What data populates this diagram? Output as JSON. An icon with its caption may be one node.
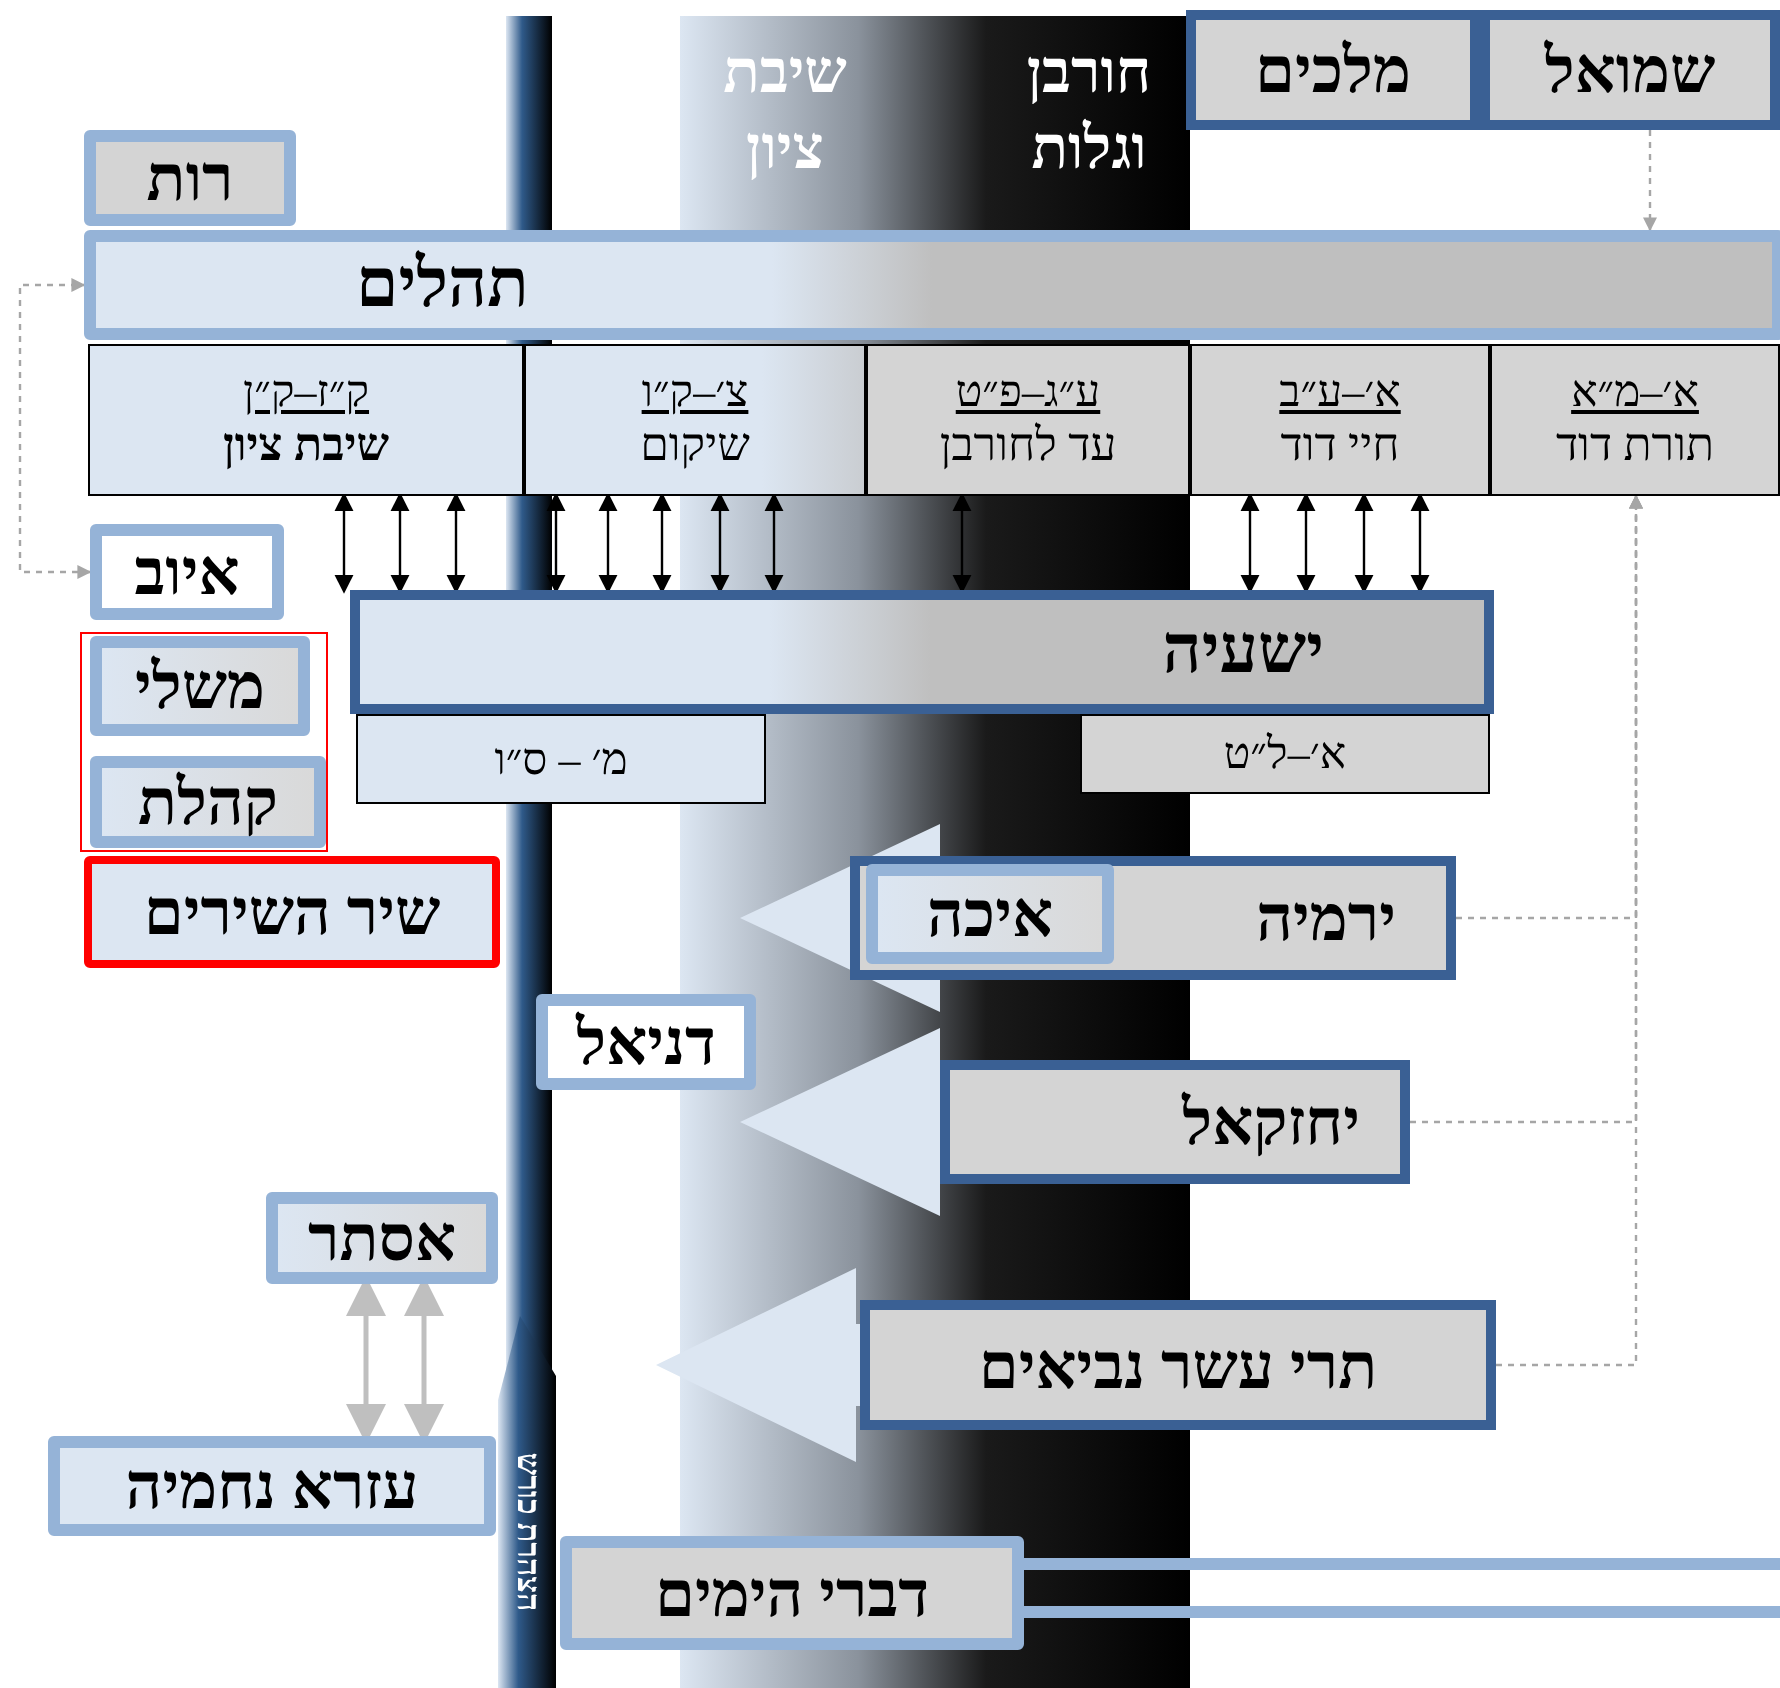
{
  "diagram": {
    "nodes": [
      {
        "text": [
          "שמואל"
        ]
      },
      {
        "text": [
          "מלכים"
        ]
      },
      {
        "text": [
          "רות"
        ]
      },
      {
        "text": [
          "תהלים"
        ]
      },
      {
        "text": [
          "א׳–מ״א",
          "תורת דוד"
        ]
      },
      {
        "text": [
          "א׳–ע״ב",
          "חיי דוד"
        ]
      },
      {
        "text": [
          "ע״ג–פ״ט",
          "עד לחורבן"
        ]
      },
      {
        "text": [
          "צ׳–ק״ו",
          "שיקום"
        ]
      },
      {
        "text": [
          "ק״ז–ק״ן",
          "שיבת ציון"
        ]
      },
      {
        "text": [
          "איוב"
        ]
      },
      {
        "text": [],
        "shape": "box"
      },
      {
        "text": [
          "משלי"
        ],
        "in": 10
      },
      {
        "text": [
          "קהלת"
        ],
        "in": 10
      },
      {
        "text": [
          "ישעיה"
        ]
      },
      {
        "text": [
          "א׳–ל״ט"
        ]
      },
      {
        "text": [
          "מ׳ – ס״ו"
        ]
      },
      {
        "text": [
          "שיר השירים"
        ]
      },
      {
        "text": [
          "ירמיה"
        ]
      },
      {
        "text": [
          "איכה"
        ],
        "in": 17
      },
      {
        "text": [
          "דניאל"
        ]
      },
      {
        "text": [
          "יחזקאל"
        ]
      },
      {
        "text": [
          "אסתר"
        ]
      },
      {
        "text": [
          "תרי עשר נביאים"
        ]
      },
      {
        "text": [
          "עזרא נחמיה"
        ]
      },
      {
        "text": [
          "דברי הימים"
        ]
      }
    ],
    "edges": [
      {
        "from": 0,
        "to": 3,
        "arrow": "to",
        "style": "dashed",
        "color": "#a6a6a6"
      },
      {
        "from": 9,
        "to": 3,
        "arrow": "both",
        "style": "dashed",
        "color": "#a6a6a6"
      },
      {
        "from": 8,
        "to": 13,
        "arrow": "both"
      },
      {
        "from": 8,
        "to": 13,
        "arrow": "both"
      },
      {
        "from": 8,
        "to": 13,
        "arrow": "both"
      },
      {
        "from": 7,
        "to": 13,
        "arrow": "both"
      },
      {
        "from": 7,
        "to": 13,
        "arrow": "both"
      },
      {
        "from": 7,
        "to": 13,
        "arrow": "both"
      },
      {
        "from": 7,
        "to": 13,
        "arrow": "both"
      },
      {
        "from": 7,
        "to": 13,
        "arrow": "both"
      },
      {
        "from": 6,
        "to": 13,
        "arrow": "both"
      },
      {
        "from": 5,
        "to": 13,
        "arrow": "both"
      },
      {
        "from": 5,
        "to": 13,
        "arrow": "both"
      },
      {
        "from": 5,
        "to": 13,
        "arrow": "both"
      },
      {
        "from": 5,
        "to": 13,
        "arrow": "both"
      },
      {
        "from": 17,
        "to": 4,
        "arrow": "to",
        "style": "dashed",
        "color": "#a6a6a6"
      },
      {
        "from": 20,
        "to": 4,
        "arrow": "to",
        "style": "dashed",
        "color": "#a6a6a6"
      },
      {
        "from": 22,
        "to": 4,
        "arrow": "to",
        "style": "dashed",
        "color": "#a6a6a6"
      },
      {
        "from": 21,
        "to": 23,
        "arrow": "both",
        "color": "#bfbfbf"
      },
      {
        "from": 21,
        "to": 23,
        "arrow": "both",
        "color": "#bfbfbf"
      },
      {
        "from": 17,
        "to": null,
        "arrow": "to",
        "style": "thick",
        "color": "#dce6f2"
      },
      {
        "from": 20,
        "to": null,
        "arrow": "to",
        "style": "thick",
        "color": "#dce6f2"
      },
      {
        "from": 22,
        "to": null,
        "arrow": "to",
        "style": "thick",
        "color": "#dce6f2"
      }
    ],
    "labels": [
      "שיבת ציון",
      "חורבן וגלות",
      "הצהרת כורש"
    ]
  }
}
